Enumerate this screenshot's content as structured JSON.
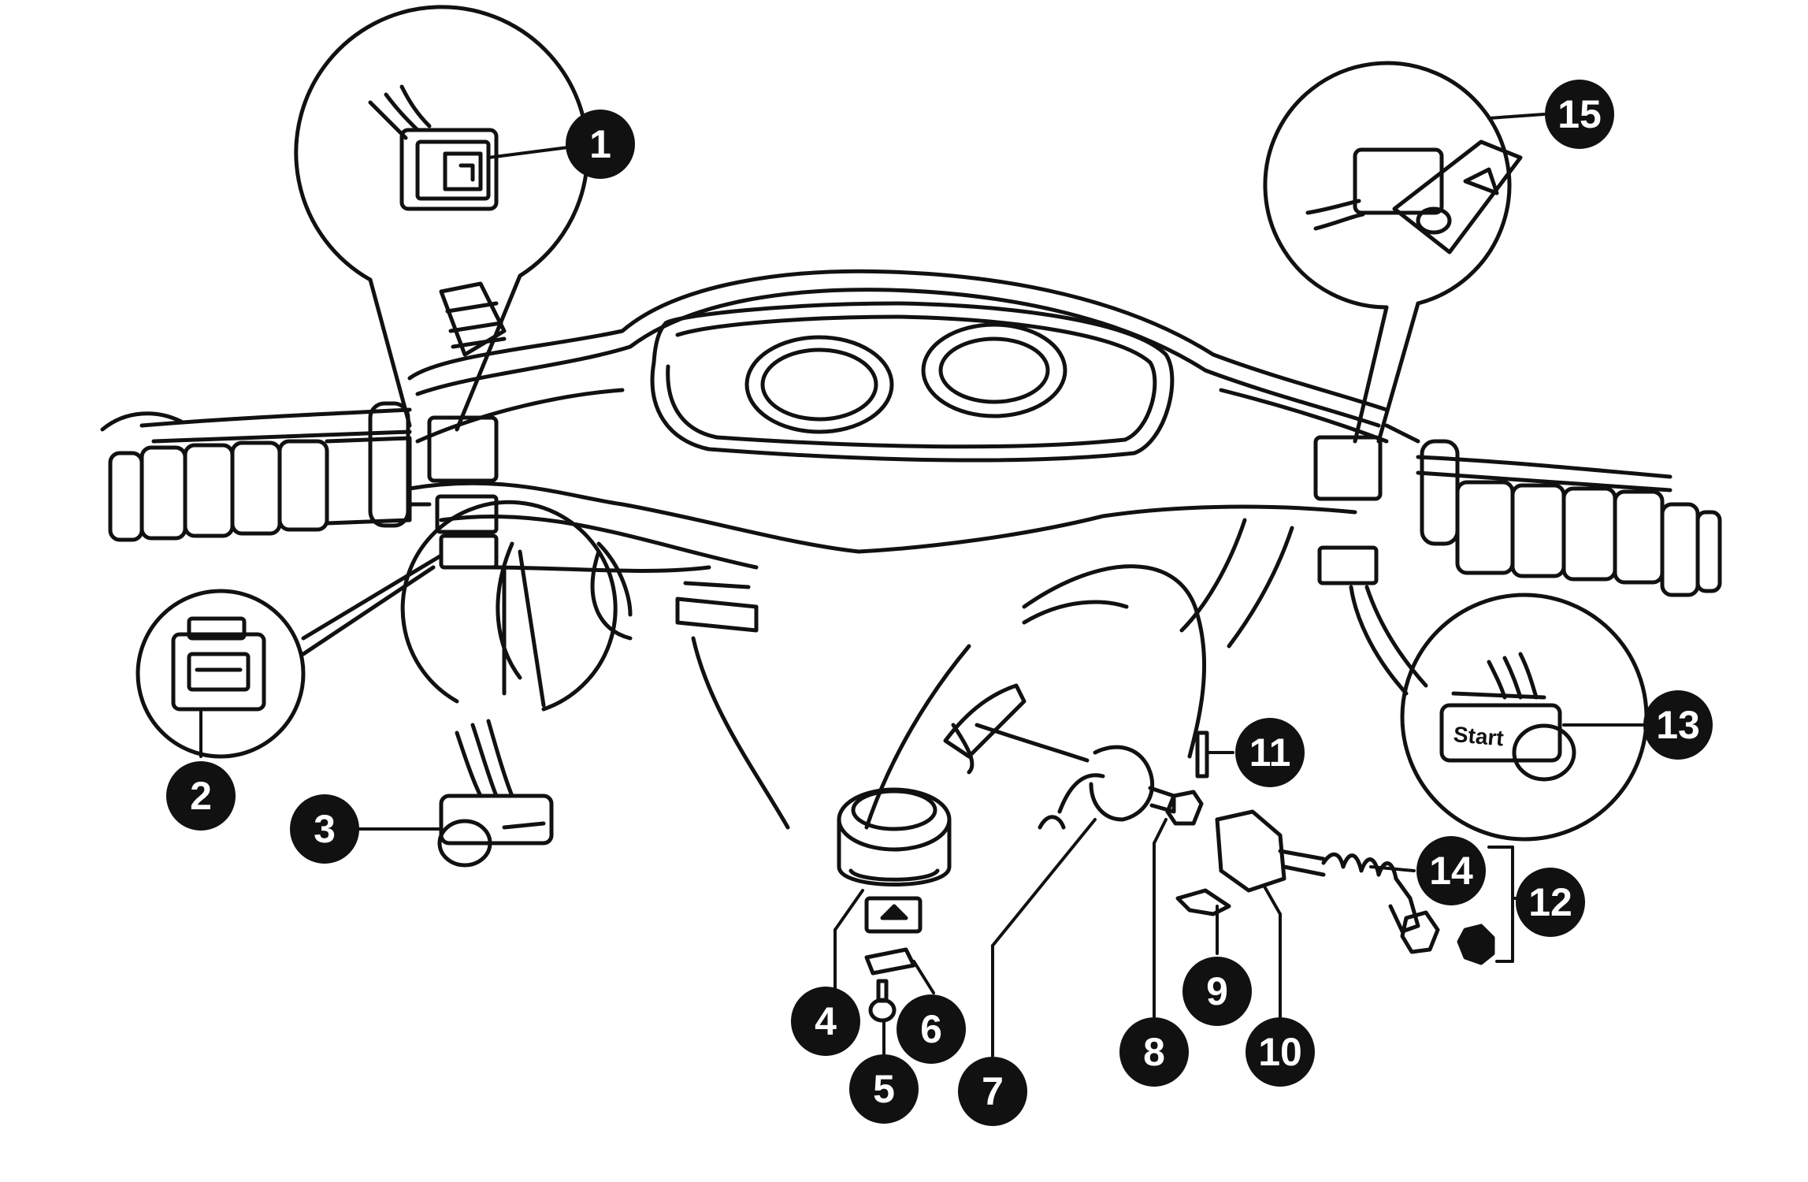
{
  "diagram": {
    "subject": "scooter-handlebar-switches-and-ignition",
    "colors": {
      "line": "#111111",
      "callout_fill": "#111111",
      "callout_text": "#ffffff",
      "background": "#ffffff"
    },
    "callouts": [
      {
        "id": "c1",
        "label": "1"
      },
      {
        "id": "c2",
        "label": "2"
      },
      {
        "id": "c3",
        "label": "3"
      },
      {
        "id": "c4",
        "label": "4"
      },
      {
        "id": "c5",
        "label": "5"
      },
      {
        "id": "c6",
        "label": "6"
      },
      {
        "id": "c7",
        "label": "7"
      },
      {
        "id": "c8",
        "label": "8"
      },
      {
        "id": "c9",
        "label": "9"
      },
      {
        "id": "c10",
        "label": "10"
      },
      {
        "id": "c11",
        "label": "11"
      },
      {
        "id": "c12",
        "label": "12"
      },
      {
        "id": "c13",
        "label": "13"
      },
      {
        "id": "c14",
        "label": "14"
      },
      {
        "id": "c15",
        "label": "15"
      }
    ],
    "start_button_stamp": "Start"
  }
}
